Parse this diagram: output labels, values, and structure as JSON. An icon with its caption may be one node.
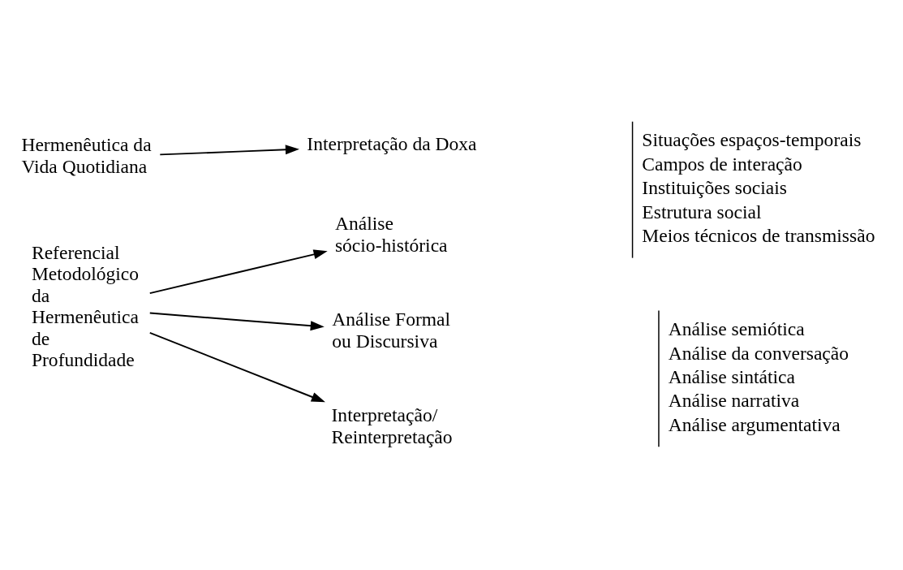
{
  "diagram": {
    "nodes": [
      {
        "text": [
          "Hermenêutica da Vida Quotidiana"
        ]
      },
      {
        "text": [
          "Interpretação da Doxa"
        ]
      },
      {
        "text": [
          "Referencial Metodológico da Hermenêutica de Profundidade"
        ]
      },
      {
        "text": [
          "Análise sócio-histórica"
        ],
        "beside": [
          "Situações espaços-temporais",
          "Campos de interação",
          "Instituições sociais",
          "Estrutura social",
          "Meios técnicos de transmissão"
        ]
      },
      {
        "text": [
          "Análise Formal ou Discursiva"
        ],
        "beside": [
          "Análise semiótica",
          "Análise da conversação",
          "Análise sintática",
          "Análise narrativa",
          "Análise argumentativa"
        ]
      },
      {
        "text": [
          "Interpretação/ Reinterpretação"
        ]
      }
    ],
    "edges": [
      {
        "from": 0,
        "to": 1,
        "arrow": "to"
      },
      {
        "from": 2,
        "to": 3,
        "arrow": "to"
      },
      {
        "from": 2,
        "to": 4,
        "arrow": "to"
      },
      {
        "from": 2,
        "to": 5,
        "arrow": "to"
      }
    ]
  }
}
